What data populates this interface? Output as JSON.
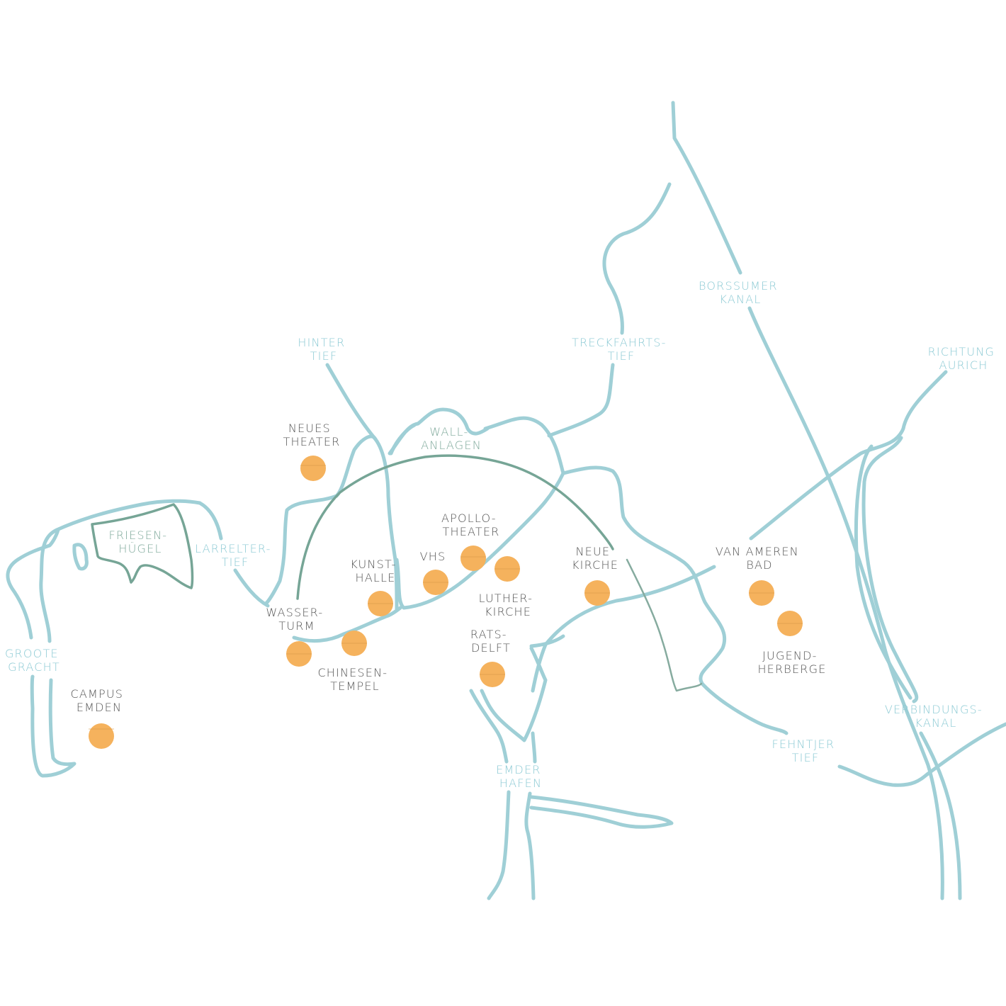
{
  "colors": {
    "water": "#9fcfd6",
    "green": "#76a596",
    "poi": "#f5b25d",
    "poi_text": "#555555",
    "water_text": "#8ccad4",
    "green_text": "#7fa99b"
  },
  "water_labels": {
    "borssumer_kanal": [
      "BORSSUMER",
      "KANAL"
    ],
    "treckfahrtstief": [
      "TRECKFAHRTS-",
      "TIEF"
    ],
    "hinter_tief": [
      "HINTER",
      "TIEF"
    ],
    "richtung_aurich": [
      "RICHTUNG",
      "AURICH"
    ],
    "larrelter_tief": [
      "LARRELTER-",
      "TIEF"
    ],
    "groote_gracht": [
      "GROOTE",
      "GRACHT"
    ],
    "verbindungskanal": [
      "VERBINDUNGS-",
      "KANAL"
    ],
    "fehntjer_tief": [
      "FEHNTJER",
      "TIEF"
    ],
    "emder_hafen": [
      "EMDER",
      "HAFEN"
    ]
  },
  "green_labels": {
    "wallanlagen": [
      "WALL-",
      "ANLAGEN"
    ],
    "friesenhuegel": [
      "FRIESEN-",
      "HÜGEL"
    ]
  },
  "poi_labels": {
    "neues_theater": [
      "NEUES",
      "THEATER"
    ],
    "apollo_theater": [
      "APOLLO-",
      "THEATER"
    ],
    "kunsthalle": [
      "KUNST-",
      "HALLE"
    ],
    "vhs": [
      "VHS"
    ],
    "lutherkirche": [
      "LUTHER-",
      "KIRCHE"
    ],
    "neue_kirche": [
      "NEUE",
      "KIRCHE"
    ],
    "van_ameren_bad": [
      "VAN AMEREN",
      "BAD"
    ],
    "jugendherberge": [
      "JUGEND-",
      "HERBERGE"
    ],
    "wasserturm": [
      "WASSER-",
      "TURM"
    ],
    "chinesentempel": [
      "CHINESEN-",
      "TEMPEL"
    ],
    "ratsdelft": [
      "RATS-",
      "DELFT"
    ],
    "campus_emden": [
      "CAMPUS",
      "EMDEN"
    ]
  }
}
